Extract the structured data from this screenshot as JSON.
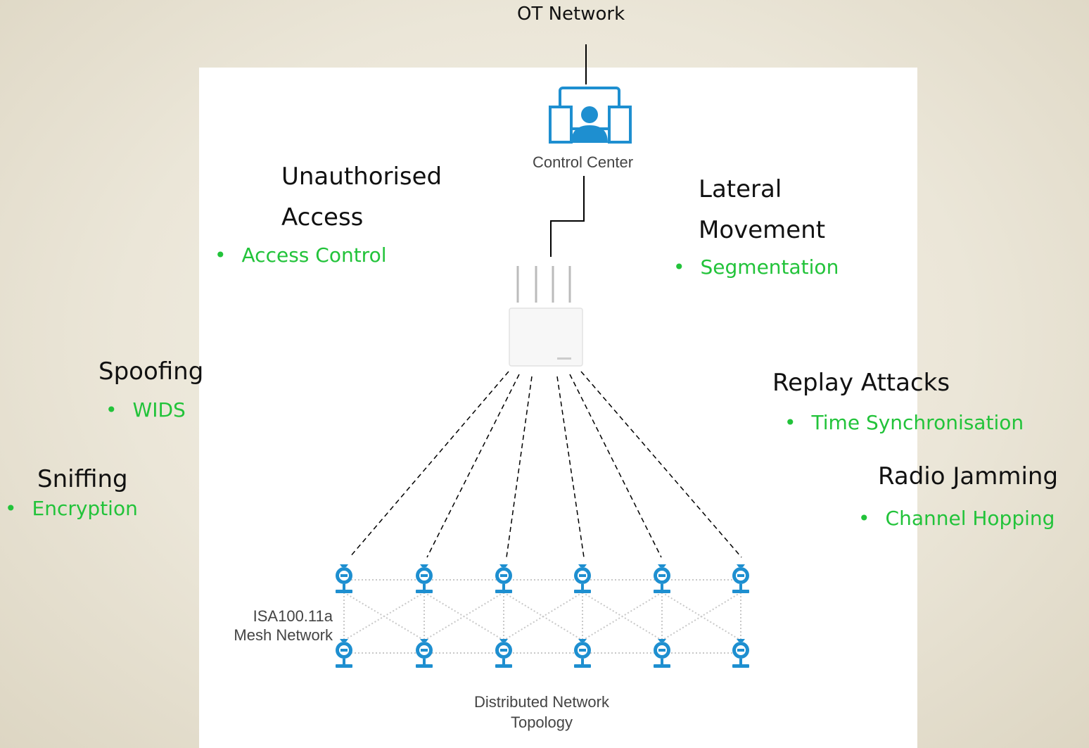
{
  "network_label": "OT Network",
  "control_center": {
    "label": "Control Center"
  },
  "mesh_label": [
    "ISA100.11a",
    "Mesh Network"
  ],
  "topology_label": [
    "Distributed Network",
    "Topology"
  ],
  "threats": {
    "unauthorised_access": {
      "title": [
        "Unauthorised",
        "Access"
      ],
      "mitigation": "Access Control"
    },
    "lateral_movement": {
      "title": [
        "Lateral",
        "Movement"
      ],
      "mitigation": "Segmentation"
    },
    "spoofing": {
      "title": "Spoofing",
      "mitigation": "WIDS"
    },
    "sniffing": {
      "title": "Sniffing",
      "mitigation": "Encryption"
    },
    "replay_attacks": {
      "title": "Replay Attacks",
      "mitigation": "Time Synchronisation"
    },
    "radio_jamming": {
      "title": "Radio Jamming",
      "mitigation": "Channel Hopping"
    }
  },
  "colors": {
    "mitigation": "#22c33a",
    "icon": "#1e8fd0"
  },
  "bullet_glyph": "•"
}
